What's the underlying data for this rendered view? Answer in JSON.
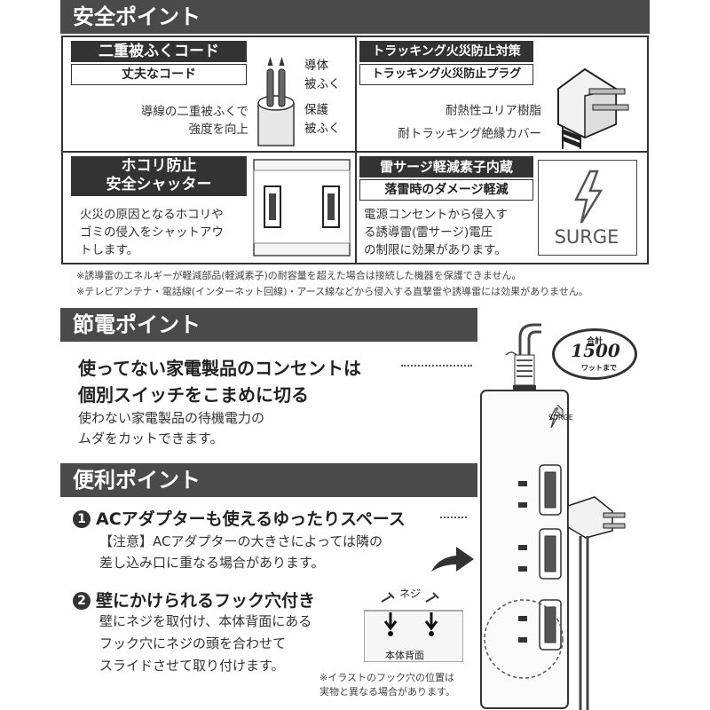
{
  "safety": {
    "heading": "安全ポイント",
    "cord": {
      "title": "二重被ふくコード",
      "subtitle": "丈夫なコード",
      "labels": [
        "導体",
        "被ふく",
        "保護",
        "被ふく"
      ],
      "desc": [
        "導線の二重被ふくで",
        "強度を向上"
      ]
    },
    "tracking": {
      "title": "トラッキング火災防止対策",
      "subtitle": "トラッキング火災防止プラグ",
      "desc": [
        "耐熱性ユリア樹脂",
        "耐トラッキング絶縁カバー"
      ]
    },
    "shutter": {
      "title": [
        "ホコリ防止",
        "安全シャッター"
      ],
      "desc": [
        "火災の原因となるホコリや",
        "ゴミの侵入をシャットアウ",
        "トします。"
      ]
    },
    "surge": {
      "title": "雷サージ軽減素子内蔵",
      "subtitle": "落雷時のダメージ軽減",
      "desc": [
        "電源コンセントから侵入す",
        "る誘導雷(雷サージ)電圧",
        "の制限に効果があります。"
      ],
      "icon_label": "SURGE"
    },
    "notes": [
      "※誘導雷のエネルギーが軽減部品(軽減素子)の耐容量を超えた場合は接続した機器を保護できません。",
      "※テレビアンテナ・電話線(インターネット回線)・アース線などから侵入する直撃雷や誘導雷には効果がありません。"
    ]
  },
  "power": {
    "heading": "節電ポイント",
    "main": [
      "使ってない家電製品のコンセントは",
      "個別スイッチをこまめに切る"
    ],
    "sub": [
      "使わない家電製品の待機電力の",
      "ムダをカットできます。"
    ]
  },
  "convenience": {
    "heading": "便利ポイント",
    "item1": {
      "num": "1",
      "title": "ACアダプターも使えるゆったりスペース",
      "desc": [
        "【注意】ACアダプターの大きさによっては隣の",
        "差し込み口に重なる場合があります。"
      ]
    },
    "item2": {
      "num": "2",
      "title": "壁にかけられるフック穴付き",
      "desc": [
        "壁にネジを取付け、本体背面にある",
        "フック穴にネジの頭を合わせて",
        "スライドさせて取り付けます。"
      ],
      "screw_label": "ネジ",
      "back_label": "本体背面"
    },
    "note": [
      "※イラストのフック穴の位置は",
      "実物と異なる場合があります。"
    ]
  },
  "product": {
    "badge_top": "合計",
    "badge_num": "1500",
    "badge_unit": "ワットまで",
    "surge_label": "SURGE"
  }
}
